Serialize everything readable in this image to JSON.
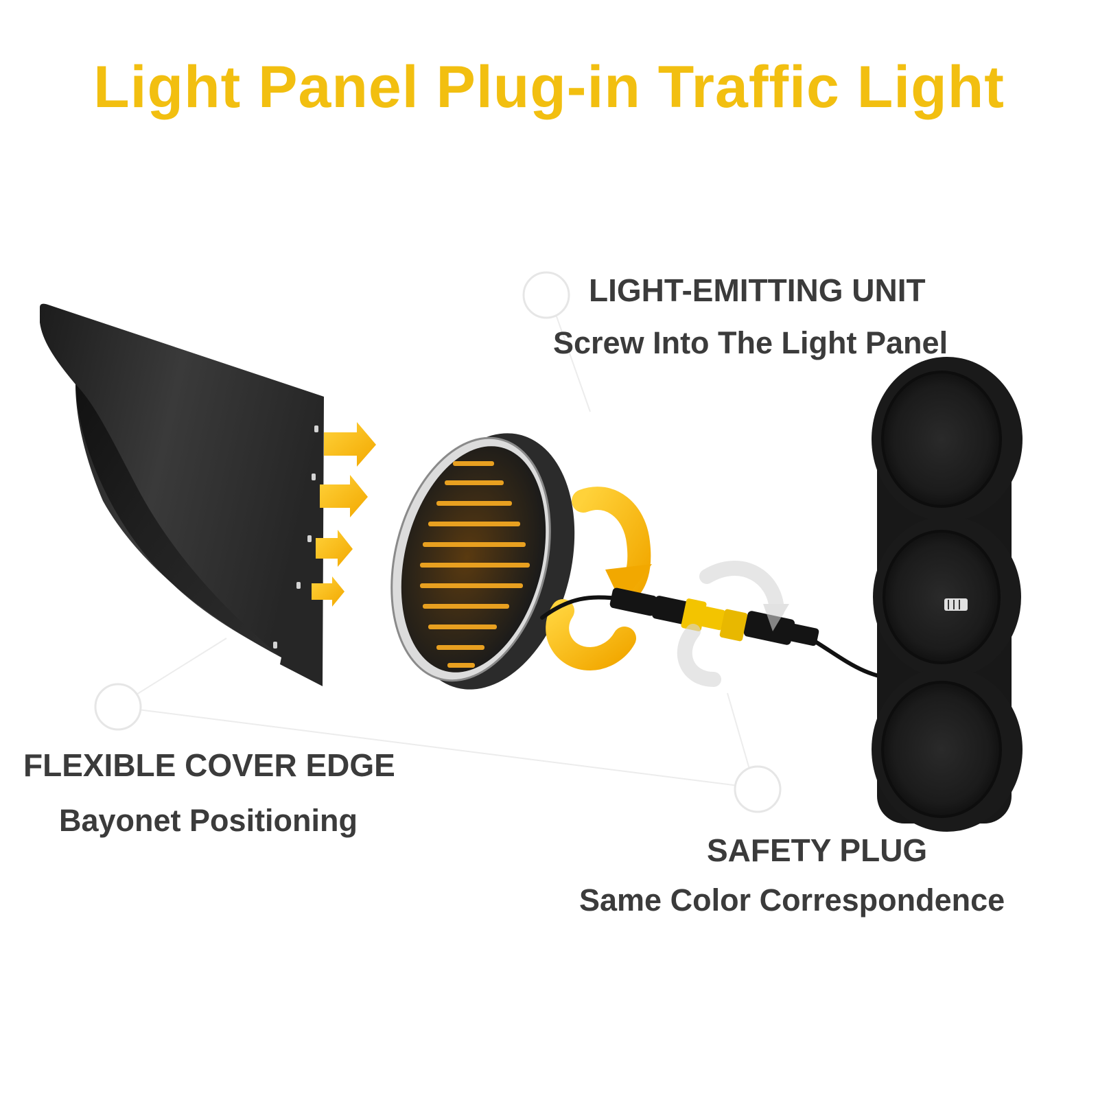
{
  "title": "Light Panel Plug-in Traffic Light",
  "colors": {
    "title": "#F2BF10",
    "label_text": "#3b3b3b",
    "accent_yellow": "#F5B711",
    "housing_dark": "#1e1e1e",
    "cover_dark": "#2b2b2b",
    "led_amber": "#E8A020",
    "ghost_arrow": "#d8d8d8"
  },
  "callouts": {
    "light_emitting_unit": {
      "title": "LIGHT-EMITTING UNIT",
      "subtitle": "Screw Into The Light Panel"
    },
    "flexible_cover_edge": {
      "title": "FLEXIBLE COVER EDGE",
      "subtitle": "Bayonet Positioning"
    },
    "safety_plug": {
      "title": "SAFETY PLUG",
      "subtitle": "Same Color Correspondence"
    }
  },
  "icons": {
    "push_arrows": "arrow-right-icon",
    "rotate": "rotate-arrow-icon",
    "callout_marker": "circle-marker-icon"
  }
}
